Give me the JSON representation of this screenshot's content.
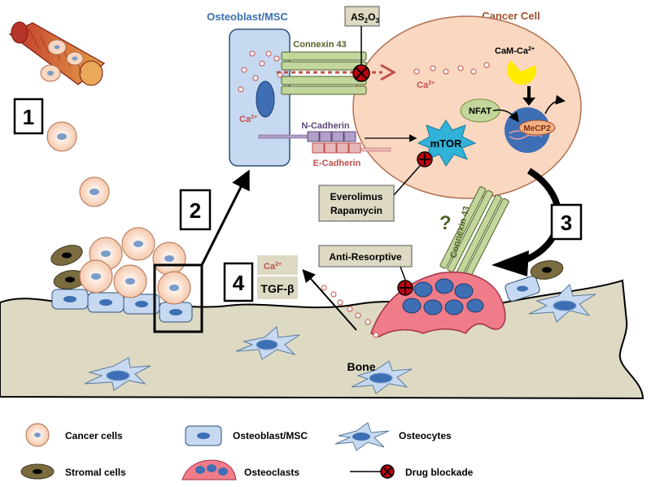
{
  "labels": {
    "osteoblast_msc": "Osteoblast/MSC",
    "as2o3_main": "AS",
    "as2o3_sub1": "2",
    "as2o3_o": "O",
    "as2o3_sub2": "3",
    "cancer_cell": "Cancer Cell",
    "connexin43_top": "Connexin 43",
    "ca_left": "Ca",
    "ca_left_sup": "2+",
    "ca_right": "Ca",
    "ca_right_sup": "2+",
    "cam_ca": "CaM-Ca",
    "cam_ca_sup": "2+",
    "nfat": "NFAT",
    "mecp2": "MeCP2",
    "n_cadherin": "N-Cadherin",
    "e_cadherin": "E-Cadherin",
    "mtor": "mTOR",
    "everolimus": "Everolimus",
    "rapamycin": "Rapamycin",
    "question": "?",
    "connexin43_side": "Connexin 43",
    "anti_resorptive": "Anti-Resorptive",
    "ca_bone": "Ca",
    "ca_bone_sup": "2+",
    "tgf_beta": "TGF-β",
    "bone": "Bone"
  },
  "steps": [
    "1",
    "2",
    "3",
    "4"
  ],
  "legend": {
    "cancer_cells": "Cancer cells",
    "osteoblast_msc": "Osteoblast/MSC",
    "osteocytes": "Osteocytes",
    "stromal_cells": "Stromal cells",
    "osteoclasts": "Osteoclasts",
    "drug_blockade": "Drug blockade"
  },
  "colors": {
    "cancer_fill": "#fad7c0",
    "osteoblast_fill": "#c6d9f0",
    "nucleus": "#3e6eb4",
    "bone_fill": "#ddd9c3",
    "osteoclast_fill": "#f07c89",
    "connexin_fill": "#c3d69b",
    "stromal_fill": "#7a6c3e",
    "drug_red": "#c0000f",
    "label_blue": "#3a6fb0",
    "label_brown": "#a0522d",
    "connexin_text": "#4f6228",
    "ca_red": "#c0504d"
  }
}
